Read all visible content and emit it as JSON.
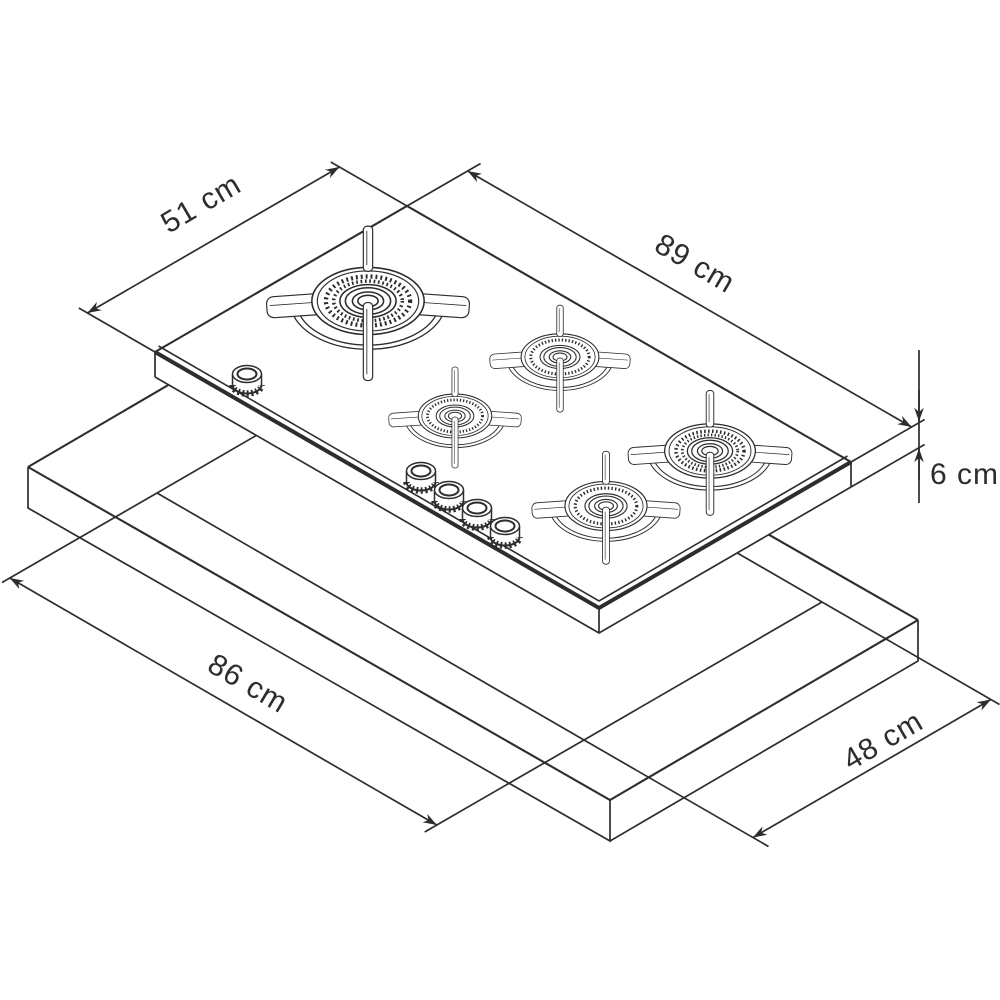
{
  "diagram": {
    "labels": {
      "width": "89 cm",
      "depth": "51 cm",
      "height": "6 cm",
      "cutout_length": "86 cm",
      "cutout_width": "48 cm"
    },
    "colors": {
      "line": "#2d2d2d",
      "background": "#ffffff"
    },
    "counts": {
      "burners": 5,
      "knobs": 5
    }
  }
}
